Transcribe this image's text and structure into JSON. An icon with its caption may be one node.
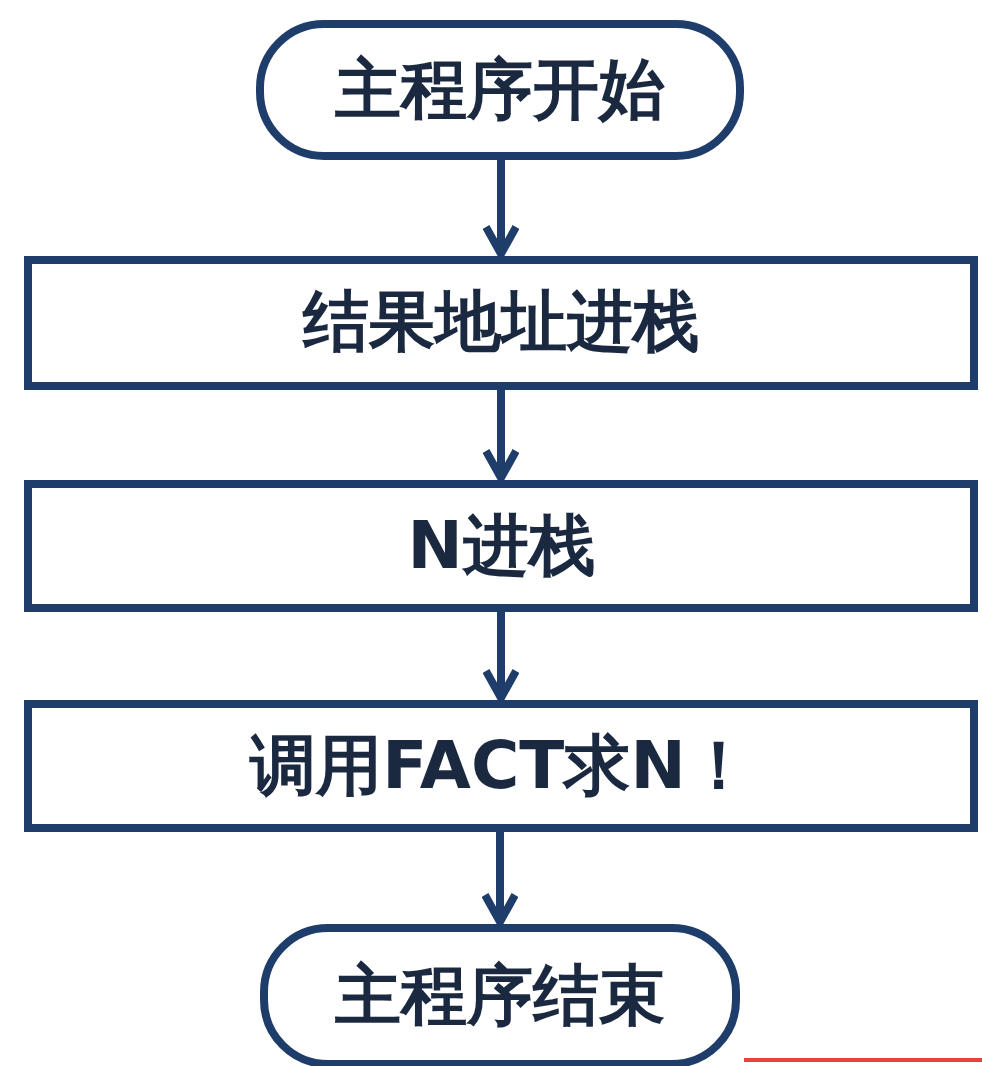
{
  "diagram": {
    "nodes": [
      {
        "text": [
          "主程序开始"
        ]
      },
      {
        "text": [
          "结果地址进栈"
        ]
      },
      {
        "text": [
          "N进栈"
        ]
      },
      {
        "text": [
          "调用FACT求N！"
        ]
      },
      {
        "text": [
          "主程序结束"
        ]
      }
    ],
    "edges": [
      {
        "from": 0,
        "to": 1,
        "arrow": "to"
      },
      {
        "from": 1,
        "to": 2,
        "arrow": "to"
      },
      {
        "from": 2,
        "to": 3,
        "arrow": "to"
      },
      {
        "from": 3,
        "to": 4,
        "arrow": "to"
      }
    ]
  }
}
